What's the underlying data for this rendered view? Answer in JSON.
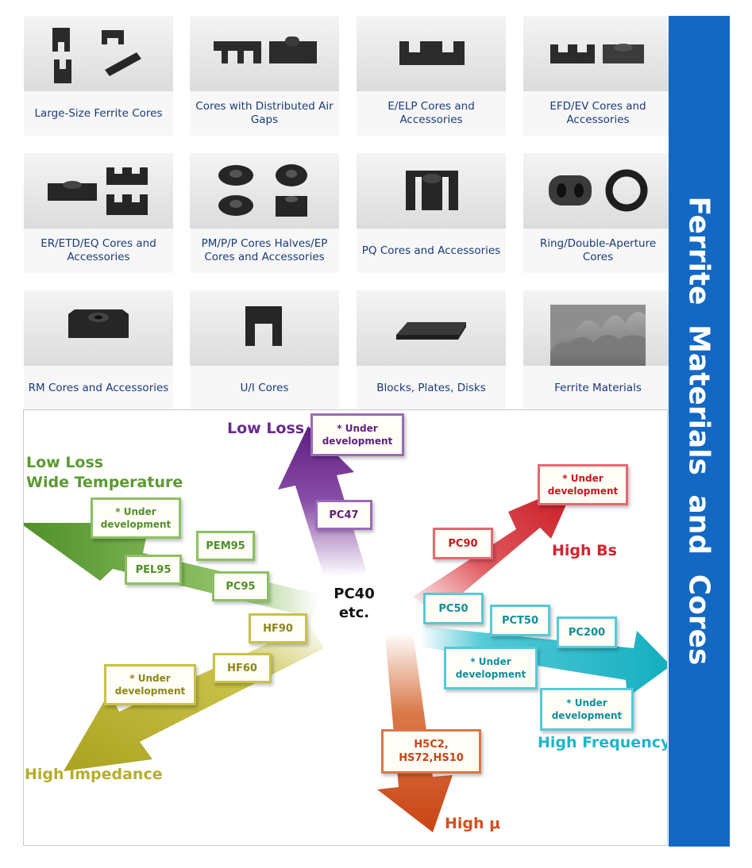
{
  "products": [
    {
      "label": "Large-Size Ferrite Cores",
      "icon": "large-ferrite-cores-image"
    },
    {
      "label": "Cores with Distributed Air Gaps",
      "icon": "air-gap-cores-image"
    },
    {
      "label": "E/ELP Cores and Accessories",
      "icon": "e-cores-image"
    },
    {
      "label": "EFD/EV Cores and Accessories",
      "icon": "efd-cores-image"
    },
    {
      "label": "ER/ETD/EQ Cores and Accessories",
      "icon": "er-cores-image"
    },
    {
      "label": "PM/P/P Cores Halves/EP Cores and Accessories",
      "icon": "pm-cores-image"
    },
    {
      "label": "PQ Cores and Accessories",
      "icon": "pq-cores-image"
    },
    {
      "label": "Ring/Double-Aperture Cores",
      "icon": "ring-cores-image"
    },
    {
      "label": "RM Cores and Accessories",
      "icon": "rm-cores-image"
    },
    {
      "label": "U/I Cores",
      "icon": "ui-cores-image"
    },
    {
      "label": "Blocks, Plates, Disks",
      "icon": "plate-image"
    },
    {
      "label": "Ferrite Materials",
      "icon": "ferrite-material-image"
    }
  ],
  "sidebar": {
    "title": "Ferrite  Materials  and  Cores"
  },
  "diagram": {
    "center": {
      "line1": "PC40",
      "line2": "etc."
    },
    "categories": {
      "low_loss": "Low Loss",
      "low_loss_wide_temp_1": "Low Loss",
      "low_loss_wide_temp_2": "Wide Temperature",
      "high_bs": "High Bs",
      "high_frequency": "High Frequency",
      "high_mu": "High μ",
      "high_impedance": "High Impedance"
    },
    "under_dev_1": "* Under",
    "under_dev_2": "development",
    "materials": {
      "pc47": "PC47",
      "pem95": "PEM95",
      "pel95": "PEL95",
      "pc95": "PC95",
      "pc90": "PC90",
      "pc50": "PC50",
      "pct50": "PCT50",
      "pc200": "PC200",
      "hf90": "HF90",
      "hf60": "HF60",
      "h5c2": "H5C2,",
      "hs72": "HS72,HS10"
    },
    "colors": {
      "purple": "#6a2a8c",
      "green": "#5b9a32",
      "red": "#d4232e",
      "cyan": "#1fb5c9",
      "olive": "#b5ae2a",
      "orange": "#d4501e"
    }
  }
}
